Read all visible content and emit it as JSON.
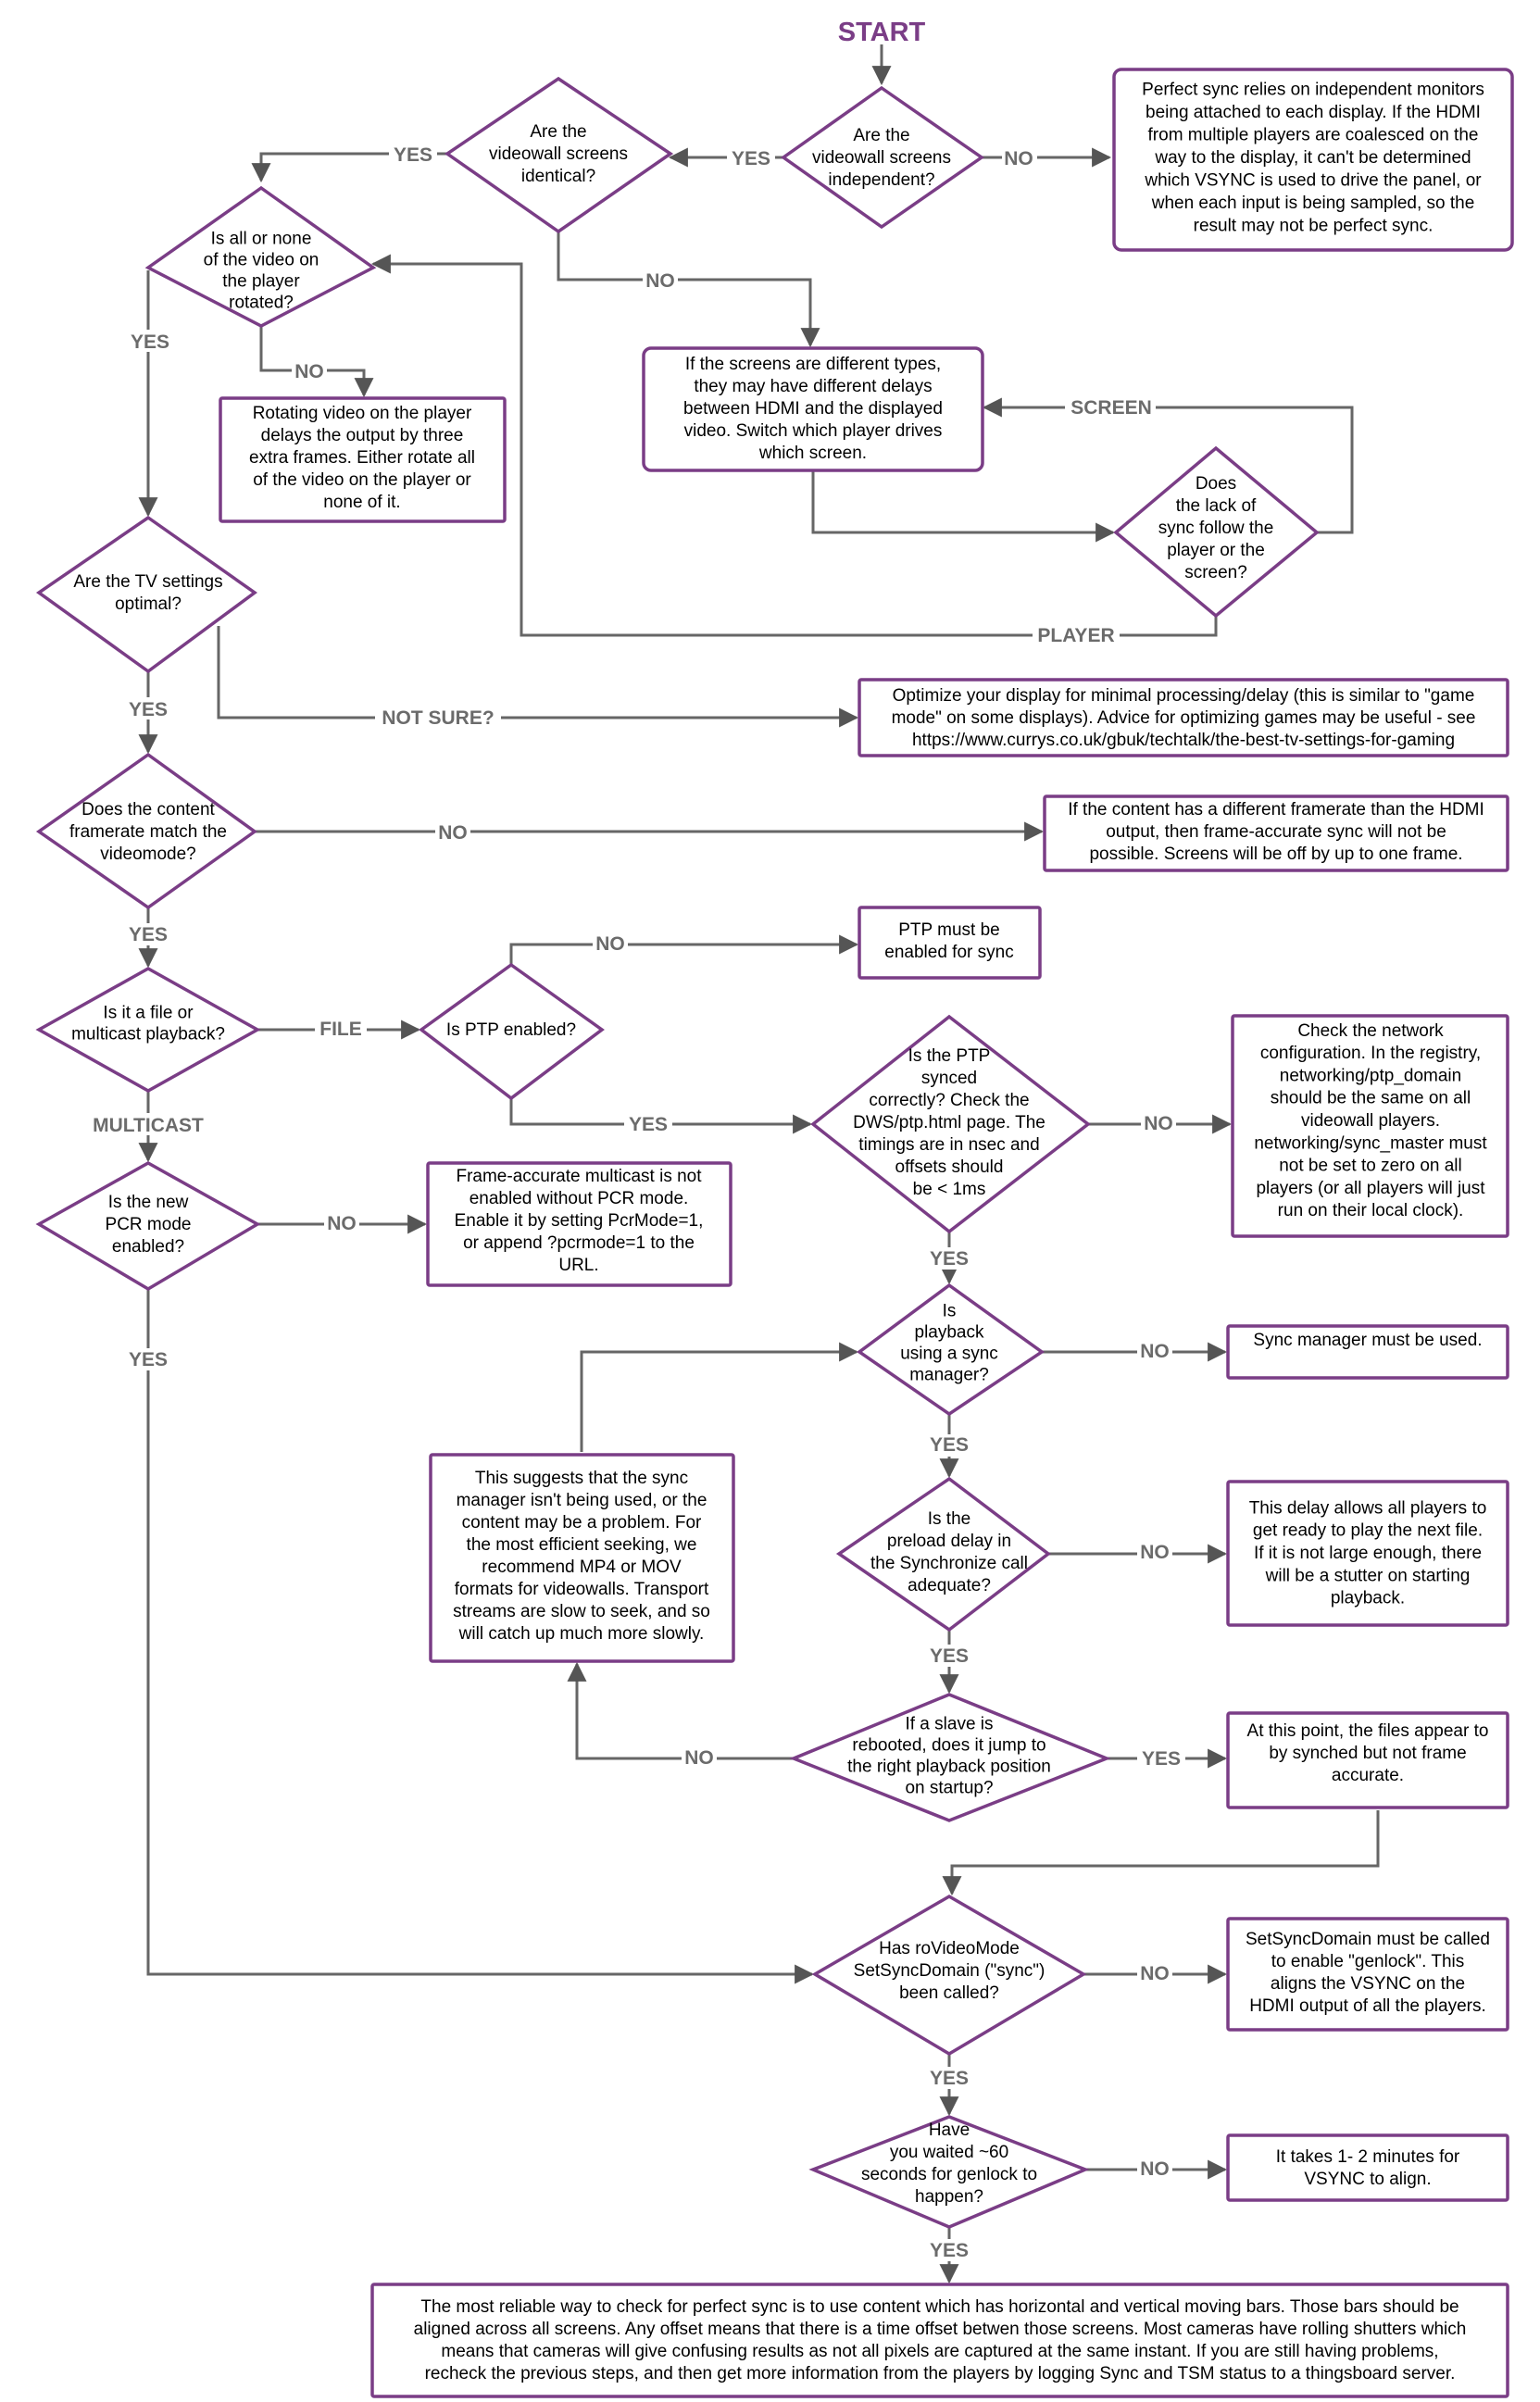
{
  "start_label": "START",
  "colors": {
    "accent": "#7a3d86",
    "line": "#666666",
    "edge_label": "#6b6b6b"
  },
  "nodes": {
    "q_independent": [
      "Are the",
      "videowall screens",
      "independent?"
    ],
    "q_identical": [
      "Are the",
      "videowall screens",
      "identical?"
    ],
    "n_perfect_sync": [
      "Perfect sync relies on independent monitors",
      "being attached to each display. If the HDMI",
      "from multiple players are coalesced on the",
      "way to the display, it can't be determined",
      "which VSYNC is used to drive the panel, or",
      "when each input is being sampled, so the",
      "result may not be perfect sync."
    ],
    "q_rotated": [
      "Is all or none",
      "of the video on",
      "the player",
      "rotated?"
    ],
    "n_rotating": [
      "Rotating video on the player",
      "delays the output by three",
      "extra frames. Either rotate all",
      "of the video on the player or",
      "none of it."
    ],
    "n_screen_types": [
      "If the screens are different types,",
      "they may have different delays",
      "between HDMI and the displayed",
      "video. Switch which player drives",
      "which screen."
    ],
    "q_lack_sync": [
      "Does",
      "the lack of",
      "sync follow the",
      "player or the",
      "screen?"
    ],
    "q_tv_settings": [
      "Are the TV settings",
      "optimal?"
    ],
    "n_optimize": [
      "Optimize your display for minimal processing/delay (this is similar to \"game",
      "mode\" on some displays). Advice for optimizing games may be useful - see",
      "https://www.currys.co.uk/gbuk/techtalk/the-best-tv-settings-for-gaming"
    ],
    "q_framerate": [
      "Does the content",
      "framerate match the",
      "videomode?"
    ],
    "n_framerate": [
      "If the content has a different framerate than the HDMI",
      "output, then frame-accurate sync will not be",
      "possible. Screens will be off by up to one frame."
    ],
    "q_file_multicast": [
      "Is it a file or",
      "multicast playback?"
    ],
    "q_ptp_enabled": [
      "Is PTP enabled?"
    ],
    "n_ptp_must": [
      "PTP must be",
      "enabled for sync"
    ],
    "q_ptp_synced": [
      "Is the PTP",
      "synced",
      "correctly? Check the",
      "DWS/ptp.html page. The",
      "timings are in nsec and",
      "offsets should",
      "be < 1ms"
    ],
    "n_network": [
      "Check the network",
      "configuration. In the registry,",
      "networking/ptp_domain",
      "should be the same on all",
      "videowall players.",
      "networking/sync_master must",
      "not be set to zero on all",
      "players (or all players will just",
      "run on their local clock)."
    ],
    "q_pcr_mode": [
      "Is the new",
      "PCR mode",
      "enabled?"
    ],
    "n_pcr_mode": [
      "Frame-accurate multicast is not",
      "enabled without PCR mode.",
      "Enable it by setting PcrMode=1,",
      "or append ?pcrmode=1 to the",
      "URL."
    ],
    "q_sync_manager": [
      "Is",
      "playback",
      "using a sync",
      "manager?"
    ],
    "n_sync_manager": [
      "Sync manager must be used."
    ],
    "n_suggests": [
      "This suggests that the sync",
      "manager isn't being used, or the",
      "content may be a problem.  For",
      "the most efficient seeking, we",
      "recommend MP4 or MOV",
      "formats for videowalls. Transport",
      "streams are slow to seek, and so",
      "will catch up much more slowly."
    ],
    "q_preload": [
      "Is the",
      "preload delay in",
      "the Synchronize call",
      "adequate?"
    ],
    "n_preload": [
      "This delay allows all players to",
      "get ready to play the next file.",
      "If it is not large enough, there",
      "will be a stutter on starting",
      "playback."
    ],
    "q_slave": [
      "If a slave is",
      "rebooted, does it jump to",
      "the right playback position",
      "on startup?"
    ],
    "n_synched": [
      "At this point, the files appear to",
      "by synched but not frame",
      "accurate."
    ],
    "q_setsyncdomain": [
      "Has roVideoMode",
      "SetSyncDomain (\"sync\")",
      "been called?"
    ],
    "n_setsyncdomain": [
      "SetSyncDomain must be called",
      "to enable \"genlock\". This",
      "aligns the VSYNC on the",
      "HDMI output of all the players."
    ],
    "q_waited": [
      "Have",
      "you waited ~60",
      "seconds for genlock to",
      "happen?"
    ],
    "n_waited": [
      "It takes 1- 2 minutes for",
      "VSYNC to align."
    ],
    "n_final": [
      "The most reliable way to check for perfect sync is to use content which has horizontal and vertical moving bars. Those bars should be",
      "aligned across all screens. Any offset means that there is a time offset betwen those screens. Most cameras have rolling shutters which",
      "means that cameras will give confusing results as not all pixels are captured at the same instant. If you are still having problems,",
      "recheck the previous steps, and then get more information from the players by logging Sync and TSM status to a thingsboard server."
    ]
  },
  "edge_labels": {
    "independent_yes": "YES",
    "independent_no": "NO",
    "identical_yes": "YES",
    "identical_no": "NO",
    "rotated_yes": "YES",
    "rotated_no": "NO",
    "lack_screen": "SCREEN",
    "lack_player": "PLAYER",
    "tv_yes": "YES",
    "tv_not_sure": "NOT SURE?",
    "framerate_no": "NO",
    "framerate_yes": "YES",
    "file_label": "FILE",
    "multicast_label": "MULTICAST",
    "ptp_no": "NO",
    "ptp_yes": "YES",
    "ptp_synced_no": "NO",
    "ptp_synced_yes": "YES",
    "pcr_no": "NO",
    "pcr_yes": "YES",
    "sync_manager_no": "NO",
    "sync_manager_yes": "YES",
    "preload_no": "NO",
    "preload_yes": "YES",
    "slave_no": "NO",
    "slave_yes": "YES",
    "setsync_no": "NO",
    "setsync_yes": "YES",
    "waited_no": "NO",
    "waited_yes": "YES"
  }
}
